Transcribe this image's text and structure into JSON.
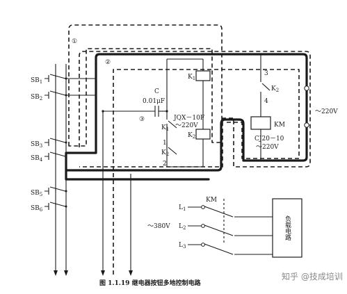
{
  "labels": {
    "loop1": "①",
    "loop2": "②",
    "loop3": "③",
    "sb1": "SB",
    "sb1_sub": "1",
    "sb2": "SB",
    "sb2_sub": "2",
    "sb3": "SB",
    "sb3_sub": "3",
    "sb4": "SB",
    "sb4_sub": "4",
    "sb5": "SB",
    "sb5_sub": "5",
    "sb6": "SB",
    "sb6_sub": "6",
    "cap_c": "C",
    "cap_value": "0.01μF",
    "k1_coil": "K",
    "k1_coil_sub": "1",
    "k2_coil": "K",
    "k2_coil_sub": "2",
    "relay_model": "JQX－10F",
    "relay_voltage": "～220V",
    "k1_contact": "K",
    "k1_contact_sub": "1",
    "k2_contact": "K",
    "k2_contact_sub": "2",
    "pin1": "1",
    "pin2": "2",
    "pin3": "3",
    "pin4": "4",
    "k2_right": "K",
    "k2_right_sub": "2",
    "km_coil": "KM",
    "contactor_model": "CJ20－10",
    "contactor_voltage": "～220V",
    "supply_220": "～220V",
    "km_main": "KM",
    "l1": "L",
    "l1_sub": "1",
    "l2": "L",
    "l2_sub": "2",
    "l3": "L",
    "l3_sub": "3",
    "supply_380": "～380V",
    "load": "负载电路",
    "figure_caption": "图 1.1.19   继电器按钮多地控制电路",
    "watermark": "知乎 @技成培训"
  }
}
